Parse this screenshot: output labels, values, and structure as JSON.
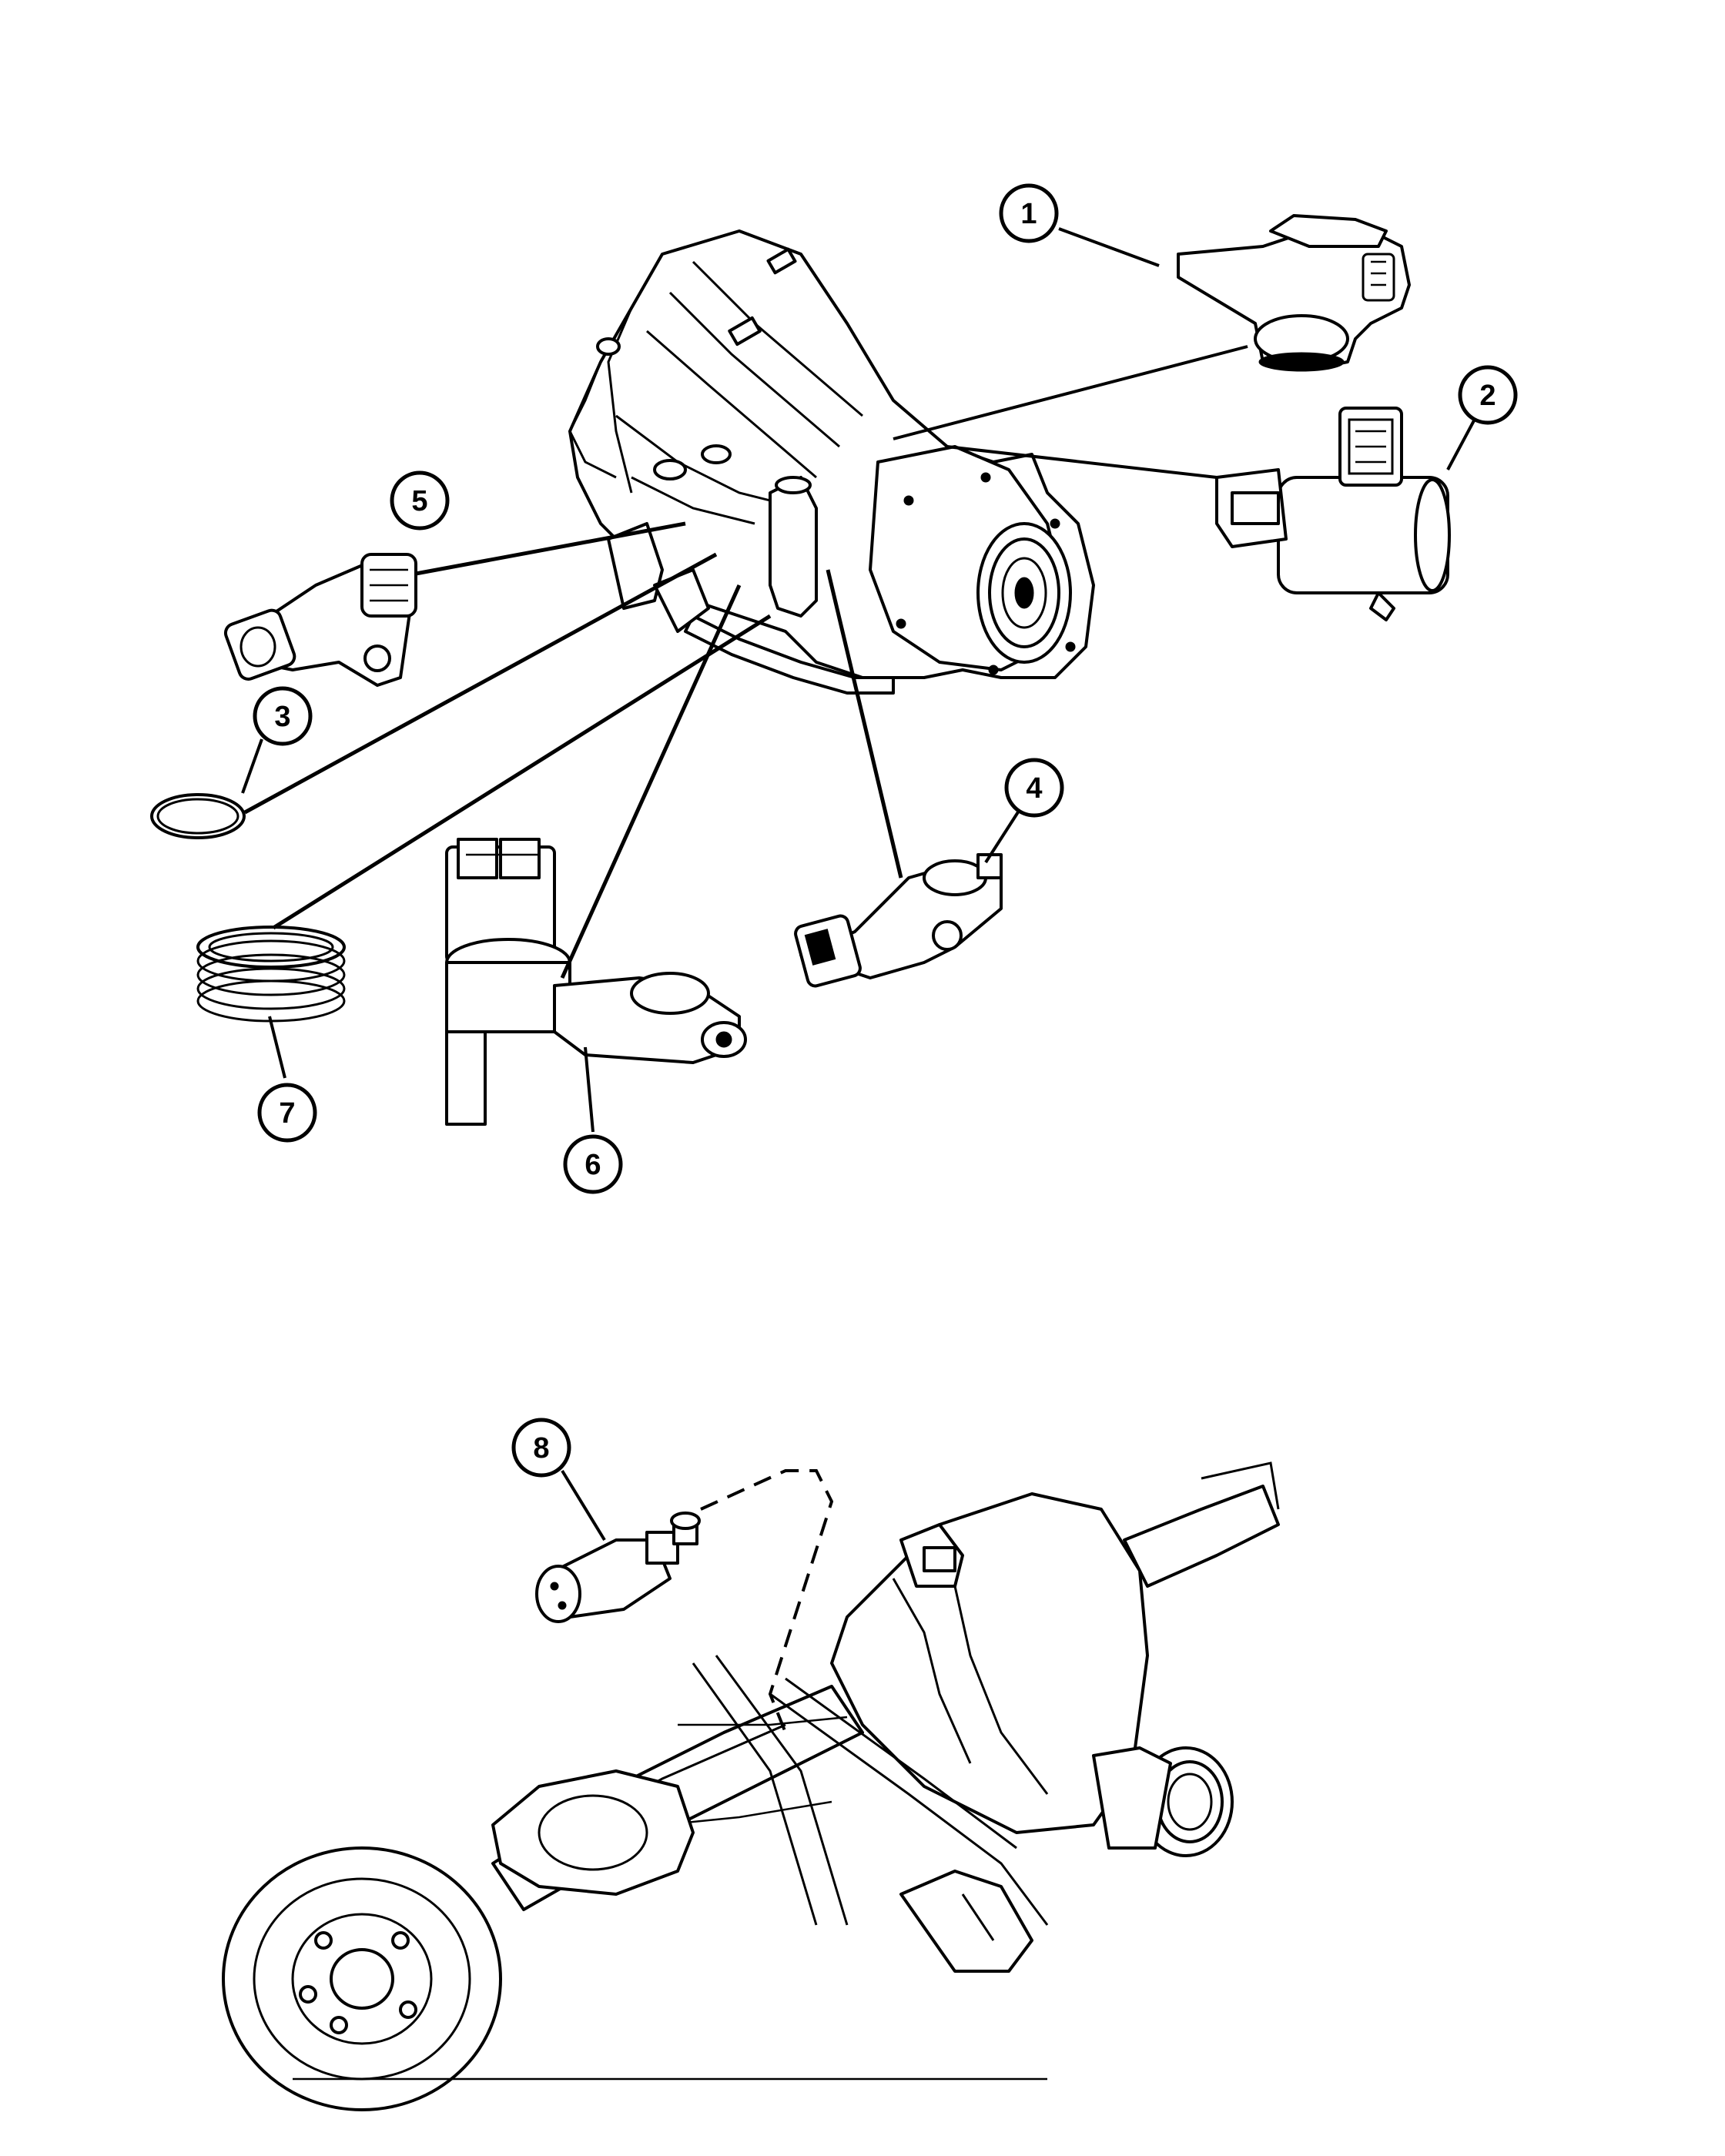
{
  "callouts": [
    {
      "id": "1",
      "label": "1"
    },
    {
      "id": "2",
      "label": "2"
    },
    {
      "id": "3",
      "label": "3"
    },
    {
      "id": "4",
      "label": "4"
    },
    {
      "id": "5",
      "label": "5"
    },
    {
      "id": "6",
      "label": "6"
    },
    {
      "id": "7",
      "label": "7"
    },
    {
      "id": "8",
      "label": "8"
    }
  ],
  "icons": {
    "transmission": "transmission-assembly-icon",
    "rear_axle": "rear-axle-assembly-icon"
  }
}
